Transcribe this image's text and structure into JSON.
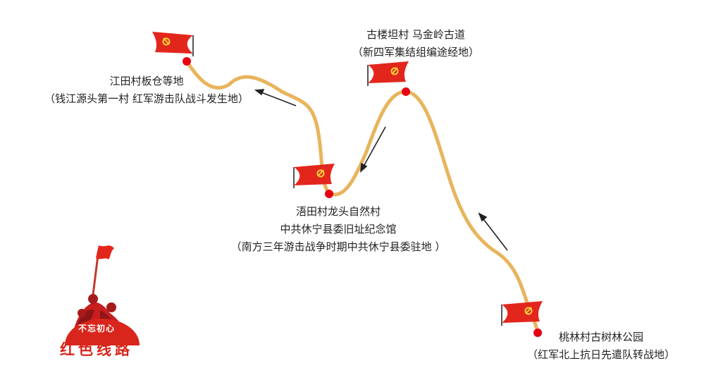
{
  "stops": [
    {
      "id": "jiangtian",
      "lines": [
        "江田村板仓等地",
        "（钱江源头第一村  红军游击队战斗发生地）"
      ]
    },
    {
      "id": "gulou",
      "lines": [
        "古楼坦村 马金岭古道",
        "（新四军集结组编途经地）"
      ]
    },
    {
      "id": "wutian",
      "lines": [
        "浯田村龙头自然村",
        "中共休宁县委旧址纪念馆",
        "（南方三年游击战争时期中共休宁县委驻地 ）"
      ]
    },
    {
      "id": "taolin",
      "lines": [
        "桃林村古树林公园",
        "（红军北上抗日先遣队转战地）"
      ]
    }
  ],
  "emblem": {
    "motto": "不忘初心",
    "title": "红色线路"
  },
  "colors": {
    "route": "#e8b45c",
    "flag": "#e3261c",
    "star": "#f7d13b",
    "marker": "#e60012",
    "arrow": "#222222",
    "title": "#d8261c"
  },
  "icons": [
    "party-flag-icon",
    "location-dot-icon",
    "direction-arrow-icon",
    "soldier-emblem-icon"
  ]
}
